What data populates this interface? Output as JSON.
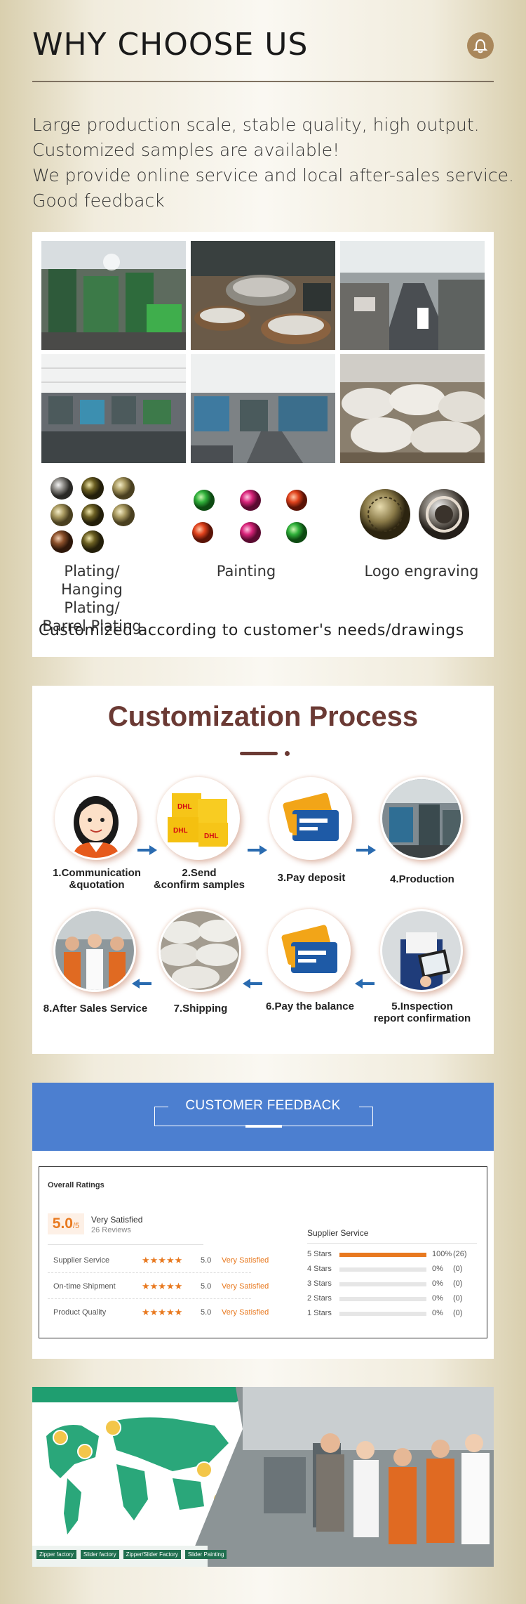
{
  "header": {
    "title": "WHY CHOOSE US",
    "icon": "bell-icon",
    "accent": "#a9875b"
  },
  "intro": {
    "lines": [
      "Large production scale, stable quality, high output.",
      "Customized samples are available!",
      "We provide online service and local after-sales service.",
      "Good feedback"
    ]
  },
  "factory": {
    "photos": [
      "stamping-machines",
      "metal-parts-bowls",
      "workshop-aisle",
      "workshop-floor",
      "production-line",
      "sacks-storage"
    ],
    "samples": [
      {
        "label_lines": [
          "Plating/",
          "Hanging Plating/",
          "Barrel Plating"
        ]
      },
      {
        "label_lines": [
          "Painting"
        ]
      },
      {
        "label_lines": [
          "Logo engraving"
        ]
      }
    ],
    "custom_note": "Customized according to customer's needs/drawings"
  },
  "process": {
    "title": "Customization Process",
    "title_color": "#6b3a34",
    "steps": [
      {
        "lines": [
          "1.Communication",
          "&quotation"
        ]
      },
      {
        "lines": [
          "2.Send",
          "&confirm samples"
        ]
      },
      {
        "lines": [
          "3.Pay deposit"
        ]
      },
      {
        "lines": [
          "4.Production"
        ]
      },
      {
        "lines": [
          "5.Inspection",
          "report confirmation"
        ]
      },
      {
        "lines": [
          "6.Pay the balance"
        ]
      },
      {
        "lines": [
          "7.Shipping"
        ]
      },
      {
        "lines": [
          "8.After Sales Service"
        ]
      }
    ],
    "arrow_color": "#2a6bb0"
  },
  "feedback": {
    "title": "CUSTOMER FEEDBACK",
    "header_color": "#4c7fd0",
    "overall_label": "Overall Ratings",
    "score": "5.0",
    "score_suffix": "/5",
    "score_desc": "Very Satisfied",
    "reviews": "26 Reviews",
    "categories": [
      {
        "name": "Supplier Service",
        "score": "5.0",
        "desc": "Very Satisfied",
        "stars": 5
      },
      {
        "name": "On-time Shipment",
        "score": "5.0",
        "desc": "Very Satisfied",
        "stars": 5
      },
      {
        "name": "Product Quality",
        "score": "5.0",
        "desc": "Very Satisfied",
        "stars": 5
      }
    ],
    "breakdown_title": "Supplier Service",
    "breakdown": [
      {
        "label": "5 Stars",
        "pct_text": "100%",
        "count": "(26)",
        "fraction": 1.0
      },
      {
        "label": "4 Stars",
        "pct_text": "0%",
        "count": "(0)",
        "fraction": 0
      },
      {
        "label": "3 Stars",
        "pct_text": "0%",
        "count": "(0)",
        "fraction": 0
      },
      {
        "label": "2 Stars",
        "pct_text": "0%",
        "count": "(0)",
        "fraction": 0
      },
      {
        "label": "1 Stars",
        "pct_text": "0%",
        "count": "(0)",
        "fraction": 0
      }
    ],
    "accent": "#e8791f"
  },
  "global": {
    "legend": [
      "Zipper factory",
      "Slider factory",
      "Zipper/Slider Factory",
      "Slider Painting"
    ],
    "map_color": "#2aa77a"
  }
}
